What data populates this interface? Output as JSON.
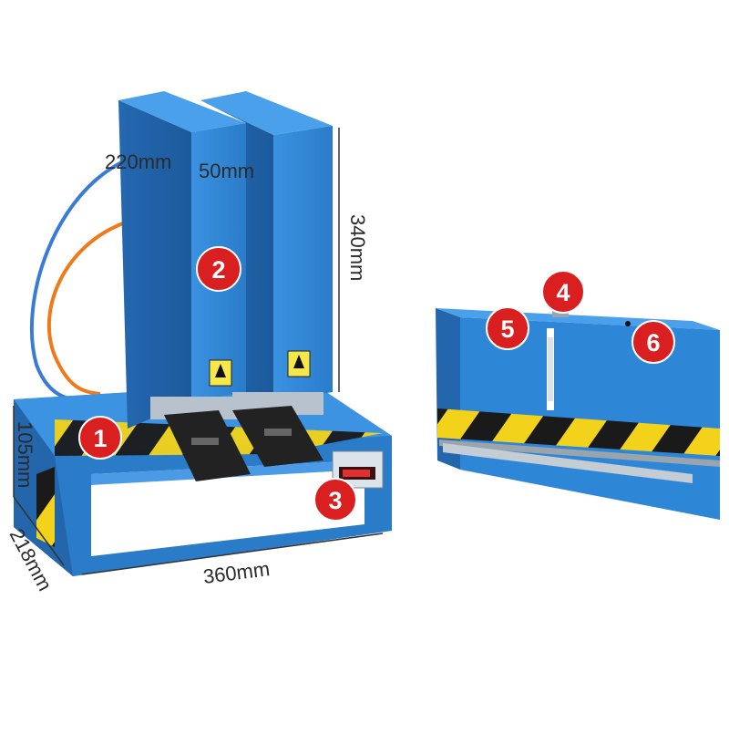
{
  "dimensions": {
    "depth_top": "220mm",
    "width_top": "50mm",
    "height": "340mm",
    "base_height": "105mm",
    "base_depth": "218mm",
    "base_width": "360mm"
  },
  "badges": {
    "one": "1",
    "two": "2",
    "three": "3",
    "four": "4",
    "five": "5",
    "six": "6"
  },
  "colors": {
    "body_blue": "#2f86d6",
    "body_blue_dark": "#1f66b0",
    "badge_red": "#d91f1f",
    "hazard_yellow": "#f2d21a",
    "hazard_black": "#1a1a1a",
    "cable_blue": "#3a7bd5",
    "cable_orange": "#f07a1a"
  }
}
